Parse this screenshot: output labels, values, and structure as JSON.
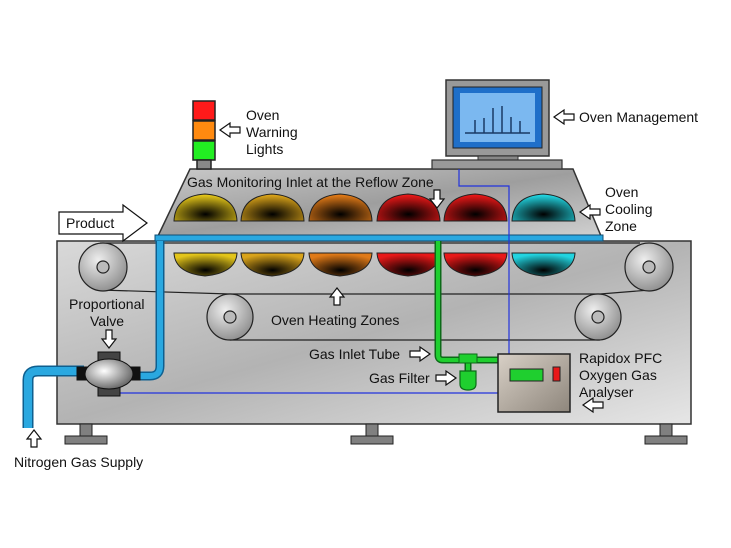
{
  "labels": {
    "oven_warning_lights": [
      "Oven",
      "Warning",
      "Lights"
    ],
    "oven_management": "Oven Management",
    "gas_monitoring_inlet": "Gas Monitoring Inlet at the Reflow Zone",
    "oven_cooling_zone": [
      "Oven",
      "Cooling",
      "Zone"
    ],
    "product": "Product",
    "proportional_valve": [
      "Proportional",
      "Valve"
    ],
    "oven_heating_zones": "Oven Heating Zones",
    "gas_inlet_tube": "Gas Inlet Tube",
    "gas_filter": "Gas Filter",
    "analyser": [
      "Rapidox PFC",
      "Oxygen Gas",
      "Analyser"
    ],
    "nitrogen_gas_supply": "Nitrogen Gas Supply"
  },
  "colors": {
    "light_red": "#ff1a1a",
    "light_orange": "#ff8a10",
    "light_green": "#22ee22",
    "body_gray": "#b8b8b8",
    "blue_tube": "#2aa8e0",
    "green_tube": "#1fcf2f",
    "screen_blue": "#2d7fd6"
  },
  "zones": [
    {
      "name": "zone-1",
      "color": "#e3c51a"
    },
    {
      "name": "zone-2",
      "color": "#d9a31a"
    },
    {
      "name": "zone-3",
      "color": "#e07a18"
    },
    {
      "name": "zone-4",
      "color": "#e81818"
    },
    {
      "name": "zone-5",
      "color": "#e81818"
    },
    {
      "name": "zone-6-cooling",
      "color": "#22d4e0"
    }
  ]
}
